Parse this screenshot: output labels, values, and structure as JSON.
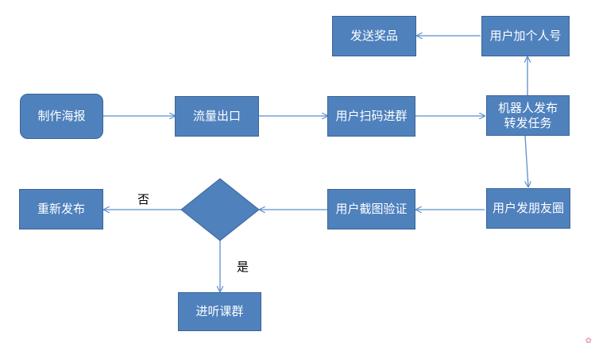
{
  "colors": {
    "node_fill": "#4f81bd",
    "node_border": "#3a6496",
    "connector": "#5b8fd0"
  },
  "nodes": {
    "make_poster": "制作海报",
    "traffic_outlet": "流量出口",
    "scan_join_group": "用户扫码进群",
    "bot_post_task": "机器人发布\n转发任务",
    "add_personal": "用户加个人号",
    "send_prize": "发送奖品",
    "post_moments": "用户发朋友圈",
    "screenshot_verify": "用户截图验证",
    "republish": "重新发布",
    "join_course_group": "进听课群"
  },
  "edge_labels": {
    "no": "否",
    "yes": "是"
  }
}
